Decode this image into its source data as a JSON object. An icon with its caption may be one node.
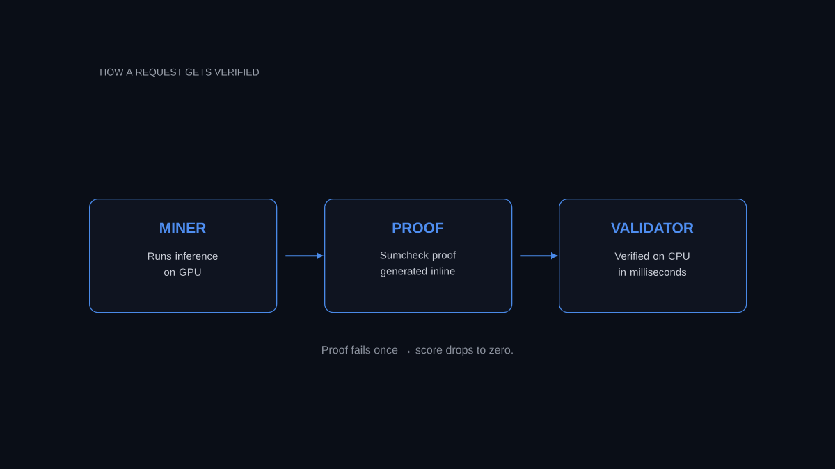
{
  "diagram": {
    "title": "HOW A REQUEST GETS VERIFIED",
    "caption": "Proof fails once → score drops to zero.",
    "nodes": [
      {
        "text": [
          "MINER",
          "Runs inference on GPU"
        ]
      },
      {
        "text": [
          "PROOF",
          "Sumcheck proof generated inline"
        ]
      },
      {
        "text": [
          "VALIDATOR",
          "Verified on CPU in milliseconds"
        ]
      }
    ],
    "edges": [
      {
        "from": 0,
        "to": 1,
        "arrow": "to"
      },
      {
        "from": 1,
        "to": 2,
        "arrow": "to"
      }
    ]
  }
}
